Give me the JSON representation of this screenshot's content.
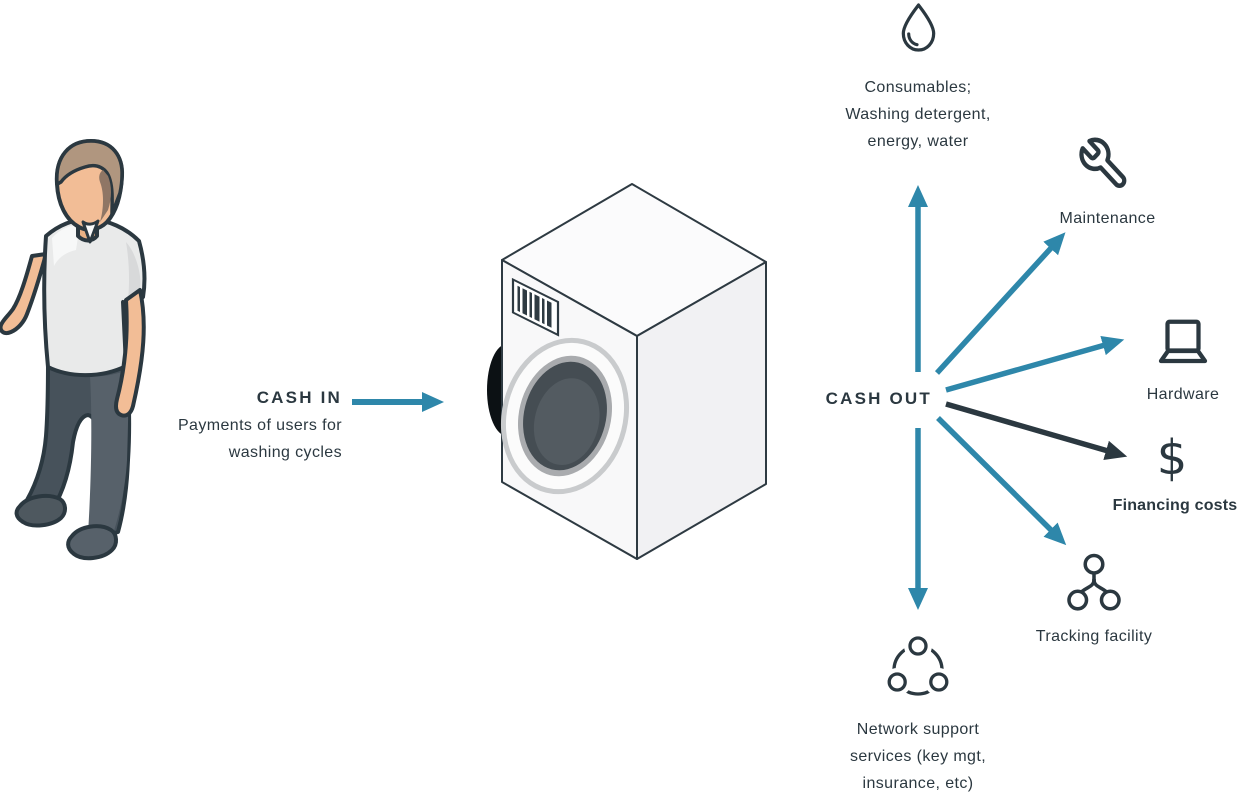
{
  "palette": {
    "teal": "#2E87AA",
    "dark": "#2B3840"
  },
  "flows": {
    "cash_in": {
      "label": "CASH IN",
      "description": [
        "Payments of users for",
        "washing cycles"
      ]
    },
    "cash_out": {
      "label": "CASH OUT"
    }
  },
  "outflows": {
    "consumables": {
      "icon": "water-drop-icon",
      "lines": [
        "Consumables;",
        "Washing detergent,",
        "energy, water"
      ]
    },
    "maintenance": {
      "icon": "wrench-icon",
      "label": "Maintenance"
    },
    "hardware": {
      "icon": "laptop-icon",
      "label": "Hardware"
    },
    "financing": {
      "icon": "dollar-symbol",
      "symbol": "$",
      "label": "Financing costs"
    },
    "tracking": {
      "icon": "network-nodes-icon",
      "label": "Tracking facility"
    },
    "network_support": {
      "icon": "circular-network-icon",
      "lines": [
        "Network support",
        "services (key mgt,",
        "insurance, etc)"
      ]
    }
  },
  "illustrations": {
    "person": "isometric-person-standing",
    "washing_machine": "isometric-washing-machine-with-barcode"
  }
}
